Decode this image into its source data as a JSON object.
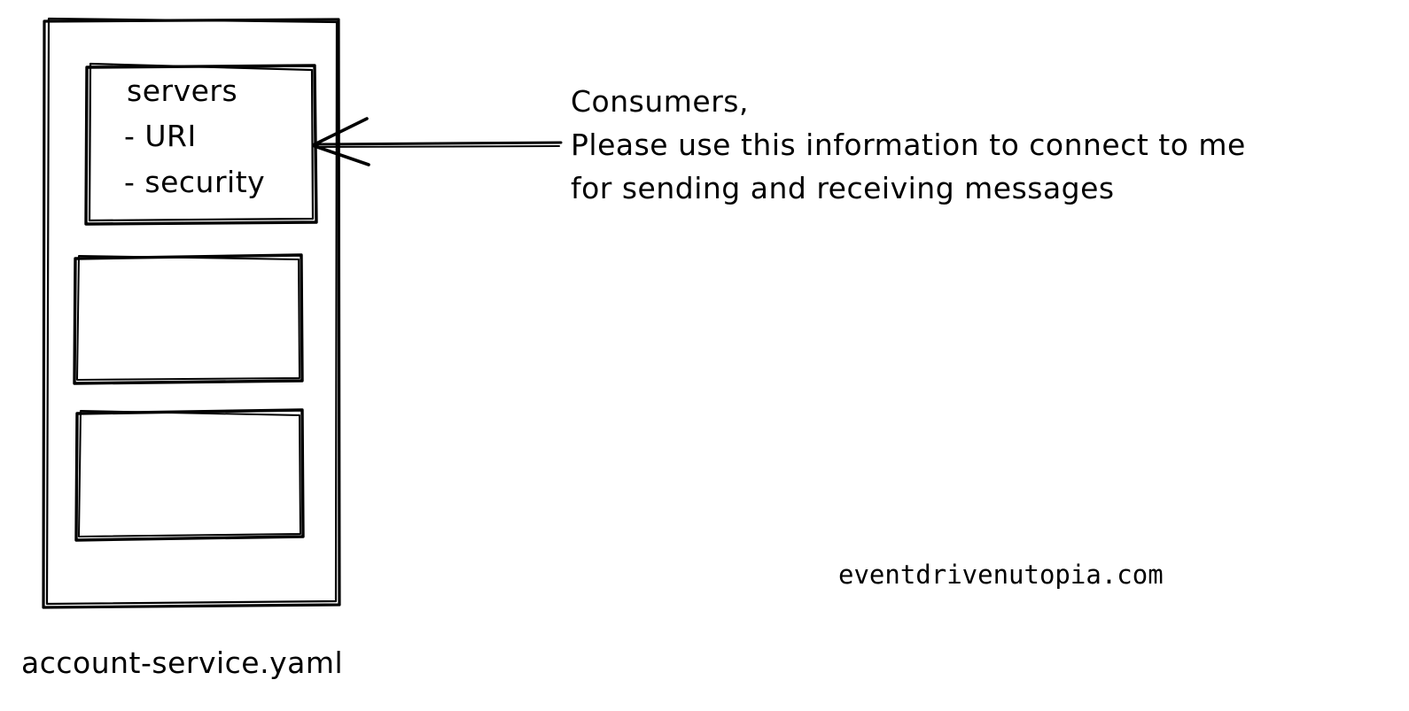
{
  "diagram": {
    "title_label": "account-service.yaml",
    "watermark": "eventdrivenutopia.com",
    "ink_color": "#000000",
    "background_color": "#ffffff",
    "document_box": {
      "name": "account-service-yaml-document"
    },
    "sections": [
      {
        "name": "servers-section",
        "heading": "servers",
        "items": [
          "- URI",
          "- security"
        ]
      },
      {
        "name": "second-section",
        "heading": "",
        "items": []
      },
      {
        "name": "third-section",
        "heading": "",
        "items": []
      }
    ],
    "annotation": {
      "name": "consumers-annotation",
      "lines": [
        "Consumers,",
        "Please use this information to connect to me",
        "for sending and receiving messages"
      ],
      "pointer": {
        "name": "annotation-arrow",
        "direction": "left",
        "target": "servers-section"
      }
    }
  }
}
